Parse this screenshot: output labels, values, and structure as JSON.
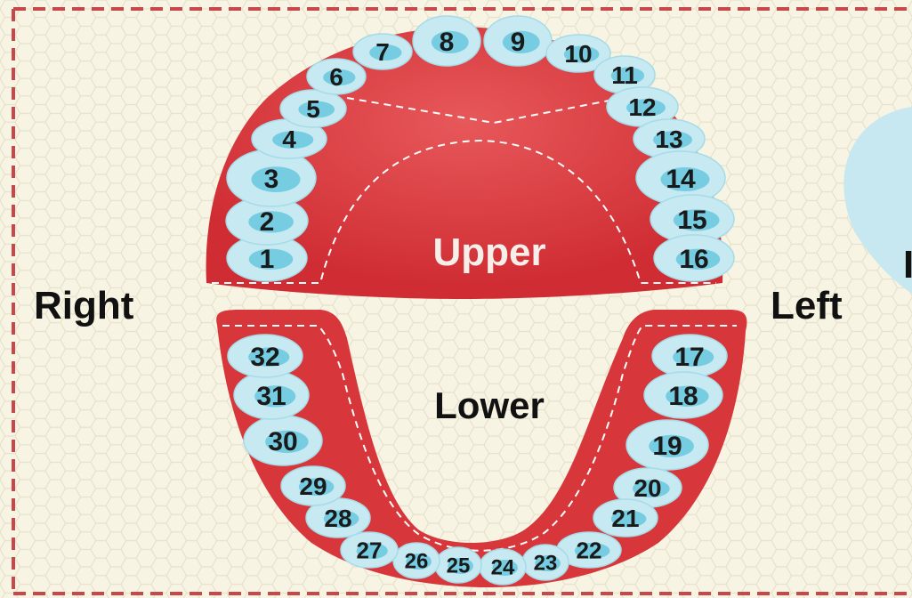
{
  "labels": {
    "right": "Right",
    "left": "Left",
    "upper": "Upper",
    "lower": "Lower",
    "cutoff_letter": "I"
  },
  "colors": {
    "background": "#f7f4e4",
    "hex_pattern": "#e6e1cc",
    "border_dash": "#c8474a",
    "gum": "#d7373b",
    "gum_dark": "#b8282d",
    "tooth": "#c6e9f2",
    "tooth_shadow": "#5bc3dc",
    "guide_line": "#ffffff",
    "side_shape": "#c7e7f1"
  },
  "upper_teeth": [
    "1",
    "2",
    "3",
    "4",
    "5",
    "6",
    "7",
    "8",
    "9",
    "10",
    "11",
    "12",
    "13",
    "14",
    "15",
    "16"
  ],
  "lower_teeth": [
    "17",
    "18",
    "19",
    "20",
    "21",
    "22",
    "23",
    "24",
    "25",
    "26",
    "27",
    "28",
    "29",
    "30",
    "31",
    "32"
  ]
}
